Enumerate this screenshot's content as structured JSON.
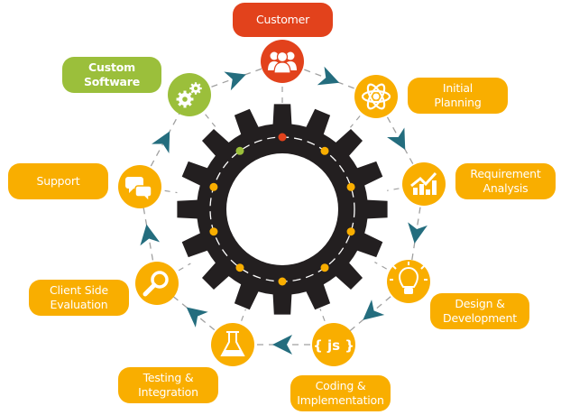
{
  "diagram": {
    "title": "Software Development Life Cycle",
    "colors": {
      "gear": "#231f20",
      "stage": "#f9ae00",
      "start": "#e2421c",
      "end": "#9bbf3b",
      "arrow": "#246d7e",
      "connector": "#a0a0a0"
    },
    "center_gear": {
      "teeth": 16,
      "markers": 10
    },
    "stages": [
      {
        "id": "customer",
        "label": "Customer",
        "icon": "people-icon",
        "color": "red"
      },
      {
        "id": "initial-planning",
        "label": "Initial\nPlanning",
        "icon": "atom-icon",
        "color": "orange"
      },
      {
        "id": "requirement-analysis",
        "label": "Requirement\nAnalysis",
        "icon": "chart-growth-icon",
        "color": "orange"
      },
      {
        "id": "design-development",
        "label": "Design &\nDevelopment",
        "icon": "lightbulb-icon",
        "color": "orange"
      },
      {
        "id": "coding-implementation",
        "label": "Coding &\nImplementation",
        "icon": "code-js-icon",
        "icon_text": "{ js }",
        "color": "orange"
      },
      {
        "id": "testing-integration",
        "label": "Testing &\nIntegration",
        "icon": "flask-icon",
        "color": "orange"
      },
      {
        "id": "client-side-evaluation",
        "label": "Client Side\nEvaluation",
        "icon": "magnifier-icon",
        "color": "orange"
      },
      {
        "id": "support",
        "label": "Support",
        "icon": "chat-bubbles-icon",
        "color": "orange"
      },
      {
        "id": "custom-software",
        "label": "Custom\nSoftware",
        "icon": "gears-icon",
        "color": "green"
      }
    ]
  }
}
